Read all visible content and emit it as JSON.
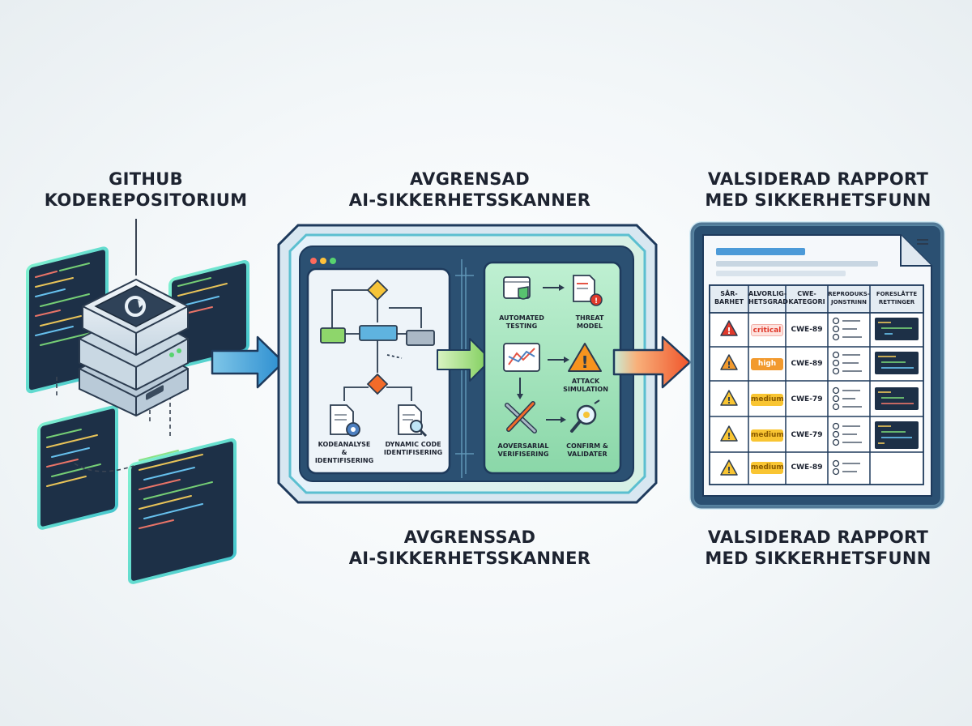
{
  "titles": {
    "left": [
      "GITHUB",
      "KODEREPOSITORIUM"
    ],
    "center_top": [
      "AVGRENSAD",
      "AI-SIKKERHETSSKANNER"
    ],
    "right_top": [
      "VALSIDERAD RAPPORT",
      "MED SIKKERHETSFUNN"
    ],
    "center_bottom": [
      "AVGRENSSAD",
      "AI-SIKKERHETSSKANNER"
    ],
    "right_bottom": [
      "VALSIDERAD RAPPORT",
      "MED SIKKERHETSFUNN"
    ]
  },
  "scanner": {
    "left_panel": {
      "item1": [
        "KODEANALYSE",
        "& IDENTIFISERING"
      ],
      "item2": [
        "DYNAMIC CODE",
        "IDENTIFISERING"
      ]
    },
    "right_panel": {
      "automated": [
        "AUTOMATED",
        "TESTING"
      ],
      "threat": [
        "THREAT",
        "MODEL"
      ],
      "attack": [
        "ATTACK",
        "SIMULATION"
      ],
      "adversarial": [
        "AOVERSARIAL",
        "VERIFISERING"
      ],
      "confirm": [
        "CONFIRM &",
        "VALIDATER"
      ]
    }
  },
  "report": {
    "headers": [
      [
        "SÅR-",
        "BARHET"
      ],
      [
        "ALVORLIG-",
        "HETSGRAD"
      ],
      [
        "CWE-",
        "KATEGORI"
      ],
      [
        "REPRODUKS-",
        "JONSTRINN"
      ],
      [
        "FORESLÅTTE",
        "RETTINGER"
      ]
    ],
    "rows": [
      {
        "severity": "critical",
        "cwe": "CWE-89",
        "color": "#e0392b",
        "bg": "#fde3df"
      },
      {
        "severity": "high",
        "cwe": "CWE-89",
        "color": "#ffffff",
        "bg": "#f29a2e"
      },
      {
        "severity": "medium",
        "cwe": "CWE-79",
        "color": "#8a5a00",
        "bg": "#f9c532"
      },
      {
        "severity": "medium",
        "cwe": "CWE-79",
        "color": "#8a5a00",
        "bg": "#f9c532"
      },
      {
        "severity": "medium",
        "cwe": "CWE-89",
        "color": "#8a5a00",
        "bg": "#f9c532"
      }
    ]
  },
  "colors": {
    "teal": "#2a8fa8",
    "navy": "#1e3a5c",
    "green": "#8ed66b",
    "orange": "#f26b2a",
    "code_bg": "#1d3047"
  }
}
